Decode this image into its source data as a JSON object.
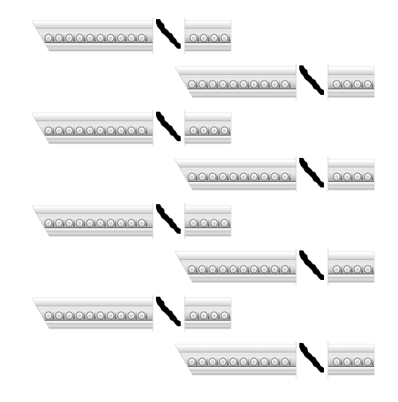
{
  "image": {
    "subject": "crown-moulding-pieces",
    "piece_count": 8,
    "colors": {
      "background": "#ffffff",
      "plaster_light": "#f1f1f1",
      "plaster_mid": "#d4d4d4",
      "plaster_shadow": "#9a9a9a",
      "plaster_dark": "#5e5e5e",
      "profile": "#000000"
    },
    "pieces": [
      {
        "label": "",
        "offset": "left"
      },
      {
        "label": "",
        "offset": "right"
      },
      {
        "label": "",
        "offset": "left"
      },
      {
        "label": "",
        "offset": "right"
      },
      {
        "label": "",
        "offset": "left"
      },
      {
        "label": "",
        "offset": "right"
      },
      {
        "label": "",
        "offset": "left"
      },
      {
        "label": "",
        "offset": "right"
      }
    ]
  }
}
